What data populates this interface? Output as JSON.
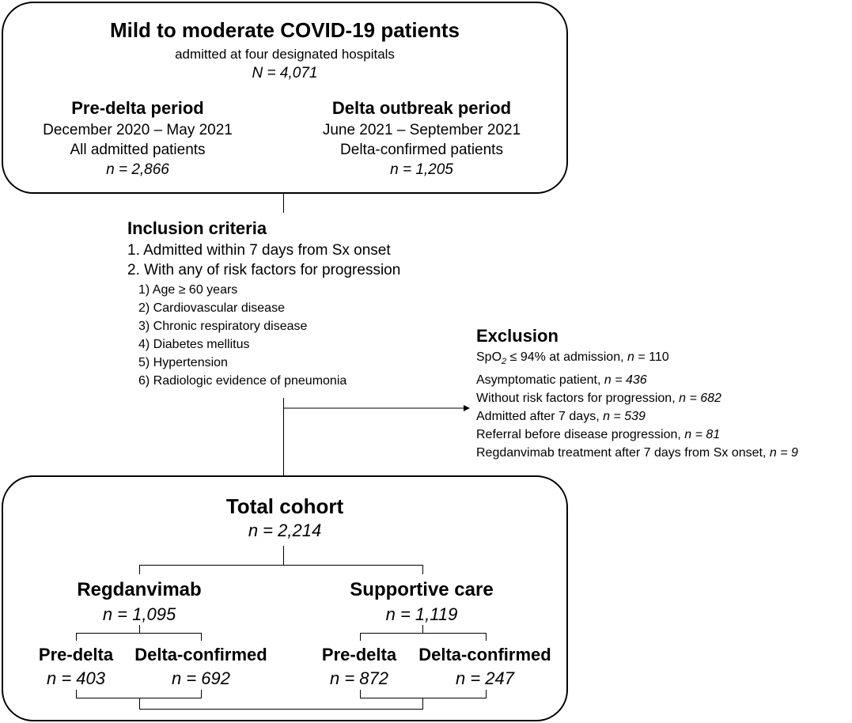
{
  "top": {
    "title": "Mild to moderate COVID-19 patients",
    "subtitle": "admitted at four designated hospitals",
    "n": "N = 4,071",
    "pre": {
      "title": "Pre-delta period",
      "dates": "December 2020 – May 2021",
      "desc": "All admitted patients",
      "n": "n = 2,866"
    },
    "delta": {
      "title": "Delta outbreak period",
      "dates": "June 2021 – September 2021",
      "desc": "Delta-confirmed patients",
      "n": "n = 1,205"
    }
  },
  "inclusion": {
    "title": "Inclusion criteria",
    "items": [
      "1. Admitted within 7 days from Sx onset",
      "2. With any of risk factors for progression"
    ],
    "subitems": [
      "1) Age ≥ 60 years",
      "2) Cardiovascular disease",
      "3) Chronic respiratory disease",
      "4) Diabetes mellitus",
      "5) Hypertension",
      "6) Radiologic evidence of pneumonia"
    ]
  },
  "exclusion": {
    "title": "Exclusion",
    "items": [
      {
        "pre": "SpO",
        "sub": "2",
        "text": " ≤ 94% at admission, ",
        "nlabel": "n",
        "nval": " = 110",
        "nval_italic": false
      },
      {
        "pre": "",
        "sub": "",
        "text": "Asymptomatic patient, ",
        "nlabel": "n",
        "nval": " = 436",
        "nval_italic": true
      },
      {
        "pre": "",
        "sub": "",
        "text": "Without risk factors for progression, ",
        "nlabel": "n",
        "nval": " =  682",
        "nval_italic": true
      },
      {
        "pre": "",
        "sub": "",
        "text": "Admitted after 7 days, ",
        "nlabel": "n",
        "nval": " = 539",
        "nval_italic": true
      },
      {
        "pre": "",
        "sub": "",
        "text": "Referral before disease progression, ",
        "nlabel": "n",
        "nval": " = 81",
        "nval_italic": true
      },
      {
        "pre": "",
        "sub": "",
        "text": "Regdanvimab treatment after 7 days from Sx onset, ",
        "nlabel": "n",
        "nval": " = 9",
        "nval_italic": true
      }
    ]
  },
  "bottom": {
    "title": "Total cohort",
    "n": "n = 2,214",
    "regdanvimab": {
      "title": "Regdanvimab",
      "n": "n = 1,095",
      "pre_label": "Pre-delta",
      "pre_n": "n = 403",
      "delta_label": "Delta-confirmed",
      "delta_n": "n = 692"
    },
    "supportive": {
      "title": "Supportive care",
      "n": "n = 1,119",
      "pre_label": "Pre-delta",
      "pre_n": "n = 872",
      "delta_label": "Delta-confirmed",
      "delta_n": "n = 247"
    }
  }
}
